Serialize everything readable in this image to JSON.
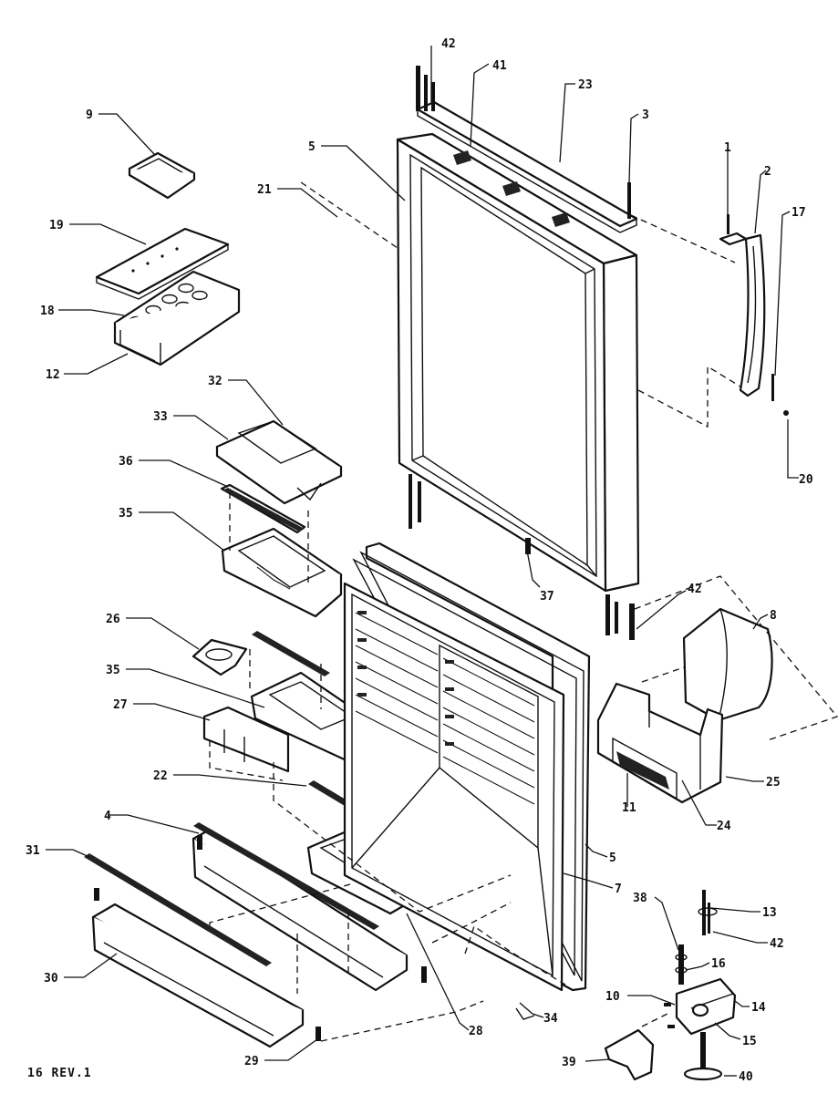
{
  "callouts": {
    "c1": "1",
    "c2": "2",
    "c3": "3",
    "c4": "4",
    "c5a": "5",
    "c5b": "5",
    "c7": "7",
    "c8": "8",
    "c9": "9",
    "c10": "10",
    "c11": "11",
    "c12": "12",
    "c13": "13",
    "c14": "14",
    "c15": "15",
    "c16": "16",
    "c17": "17",
    "c18": "18",
    "c19": "19",
    "c20": "20",
    "c21": "21",
    "c22": "22",
    "c23": "23",
    "c24": "24",
    "c25": "25",
    "c26": "26",
    "c27": "27",
    "c28": "28",
    "c29": "29",
    "c30": "30",
    "c31": "31",
    "c32": "32",
    "c33": "33",
    "c34": "34",
    "c35a": "35",
    "c35b": "35",
    "c36": "36",
    "c37": "37",
    "c38": "38",
    "c39": "39",
    "c40": "40",
    "c41": "41",
    "c42a": "42",
    "c42b": "42",
    "c42c": "42"
  },
  "footer": {
    "revision": "16 REV.1"
  }
}
